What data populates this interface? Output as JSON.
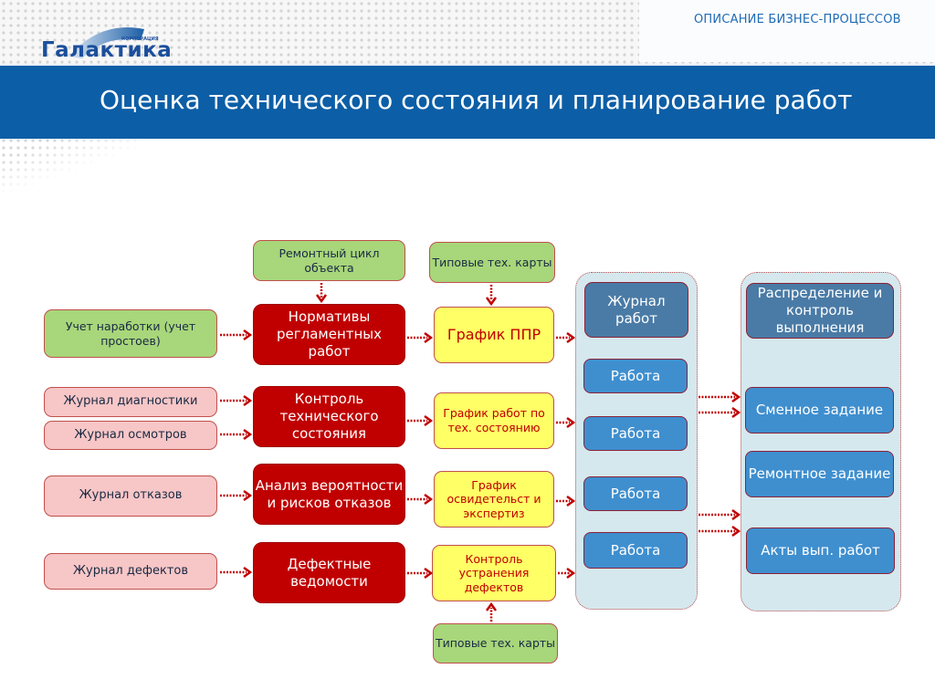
{
  "header": {
    "logo_text": "Галактика",
    "logo_subtext": "КОРПОРАЦИЯ",
    "section_label": "ОПИСАНИЕ БИЗНЕС-ПРОЦЕССОВ",
    "title": "Оценка технического состояния и планирование работ"
  },
  "colors": {
    "title_band": "#0c5ea6",
    "input_green": "#a8d67a",
    "source_pink": "#f7c6c6",
    "process_red": "#c00000",
    "schedule_yellow": "#ffff66",
    "panel_bg": "#d5e8ee",
    "header_blue": "#4a7ba6",
    "item_blue": "#3f8fcf"
  },
  "diagram": {
    "top_inputs": [
      "Ремонтный цикл объекта",
      "Типовые тех. карты"
    ],
    "bottom_input": "Типовые тех. карты",
    "sources": [
      "Учет наработки (учет простоев)",
      "Журнал диагностики",
      "Журнал осмотров",
      "Журнал отказов",
      "Журнал дефектов"
    ],
    "processes": [
      "Нормативы регламентных работ",
      "Контроль технического состояния",
      "Анализ вероятности и рисков отказов",
      "Дефектные ведомости"
    ],
    "schedules": [
      "График ППР",
      "График работ по тех. состоянию",
      "График освидетельст и экспертиз",
      "Контроль устранения дефектов"
    ],
    "journal_panel": {
      "header": "Журнал работ",
      "items": [
        "Работа",
        "Работа",
        "Работа",
        "Работа"
      ]
    },
    "distribution_panel": {
      "header": "Распределение и контроль выполнения",
      "items": [
        "Сменное задание",
        "Ремонтное задание",
        "Акты вып. работ"
      ]
    }
  }
}
